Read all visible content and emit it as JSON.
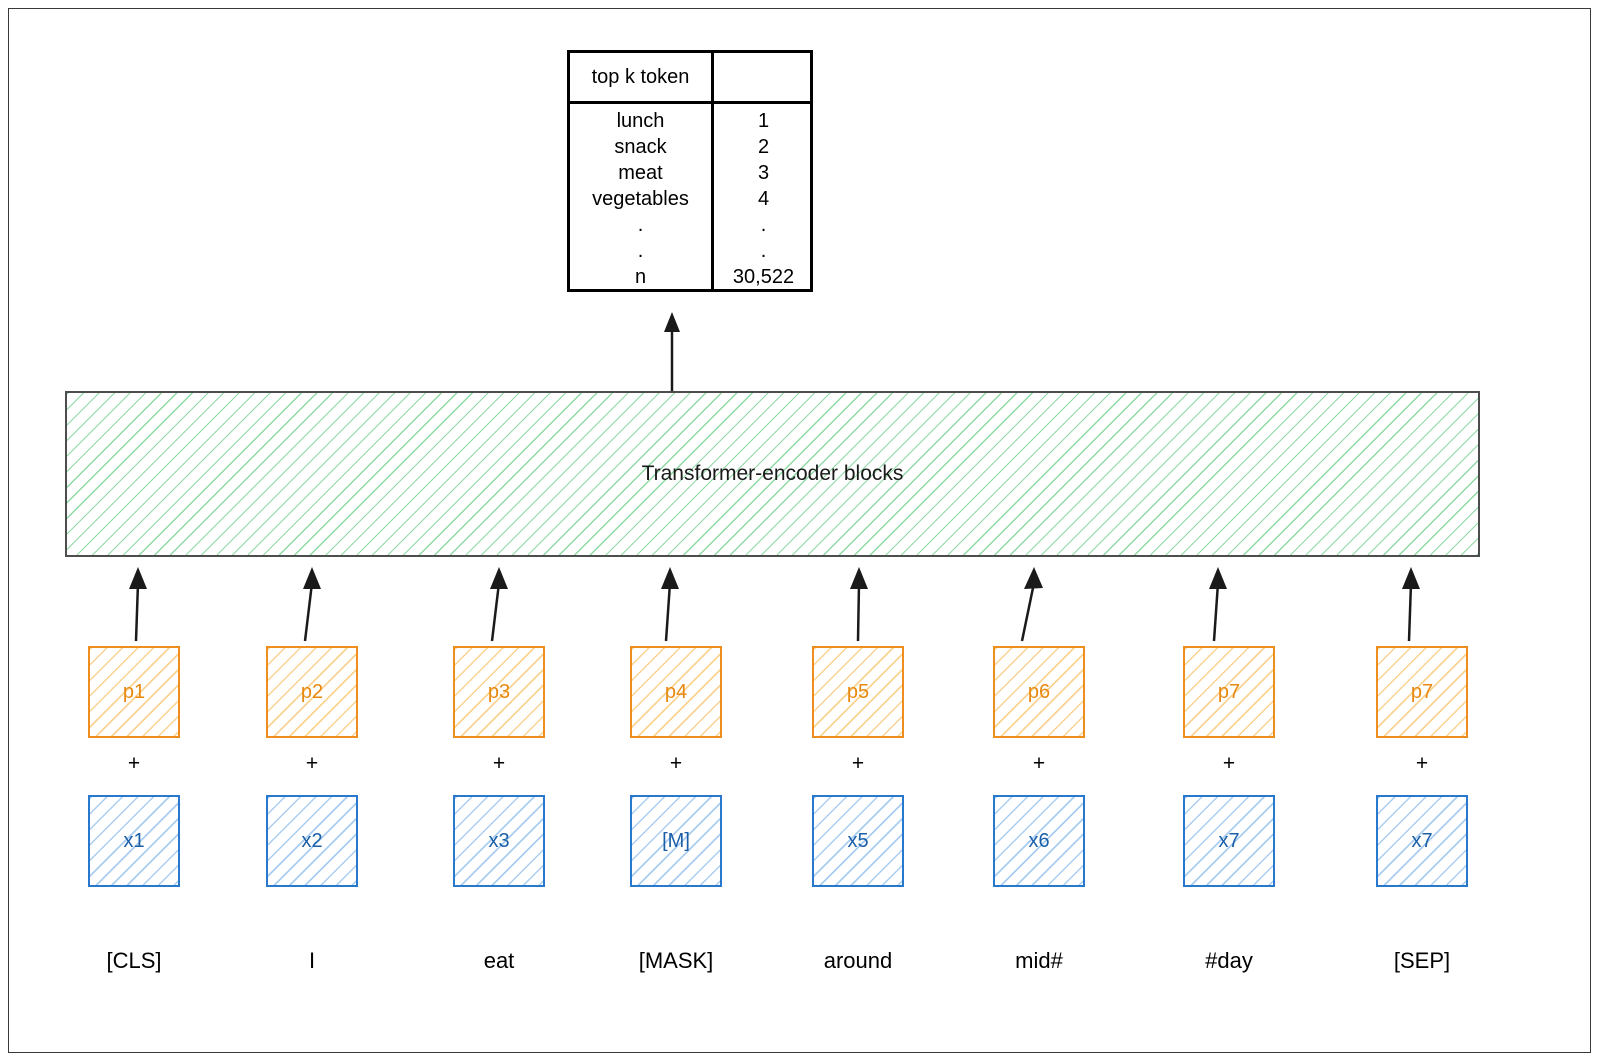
{
  "figure": {
    "title": "BERT masked language model diagram",
    "colors": {
      "position_border": "#ee8e1e",
      "position_text": "#e8880f",
      "position_hatch": "#fad392",
      "token_border": "#2879cd",
      "token_text": "#1a5fa8",
      "token_hatch": "#a9cdf0",
      "encoder_hatch": "#8ed9a4",
      "encoder_border": "#4d4d4d",
      "frame": "#3a3a3a",
      "table_border": "#000000"
    }
  },
  "topk_table": {
    "header": {
      "left": "top k token",
      "right": ""
    },
    "rows": [
      {
        "token": "lunch",
        "rank": "1"
      },
      {
        "token": "snack",
        "rank": "2"
      },
      {
        "token": "meat",
        "rank": "3"
      },
      {
        "token": "vegetables",
        "rank": "4"
      },
      {
        "token": ".",
        "rank": "."
      },
      {
        "token": ".",
        "rank": "."
      },
      {
        "token": "n",
        "rank": "30,522"
      }
    ]
  },
  "encoder": {
    "label": "Transformer-encoder blocks"
  },
  "columns": [
    {
      "position": "p1",
      "plus": "+",
      "token": "x1",
      "label": "[CLS]"
    },
    {
      "position": "p2",
      "plus": "+",
      "token": "x2",
      "label": "I"
    },
    {
      "position": "p3",
      "plus": "+",
      "token": "x3",
      "label": "eat"
    },
    {
      "position": "p4",
      "plus": "+",
      "token": "[M]",
      "label": "[MASK]"
    },
    {
      "position": "p5",
      "plus": "+",
      "token": "x5",
      "label": "around"
    },
    {
      "position": "p6",
      "plus": "+",
      "token": "x6",
      "label": "mid#"
    },
    {
      "position": "p7",
      "plus": "+",
      "token": "x7",
      "label": "#day"
    },
    {
      "position": "p7",
      "plus": "+",
      "token": "x7",
      "label": "[SEP]"
    }
  ]
}
